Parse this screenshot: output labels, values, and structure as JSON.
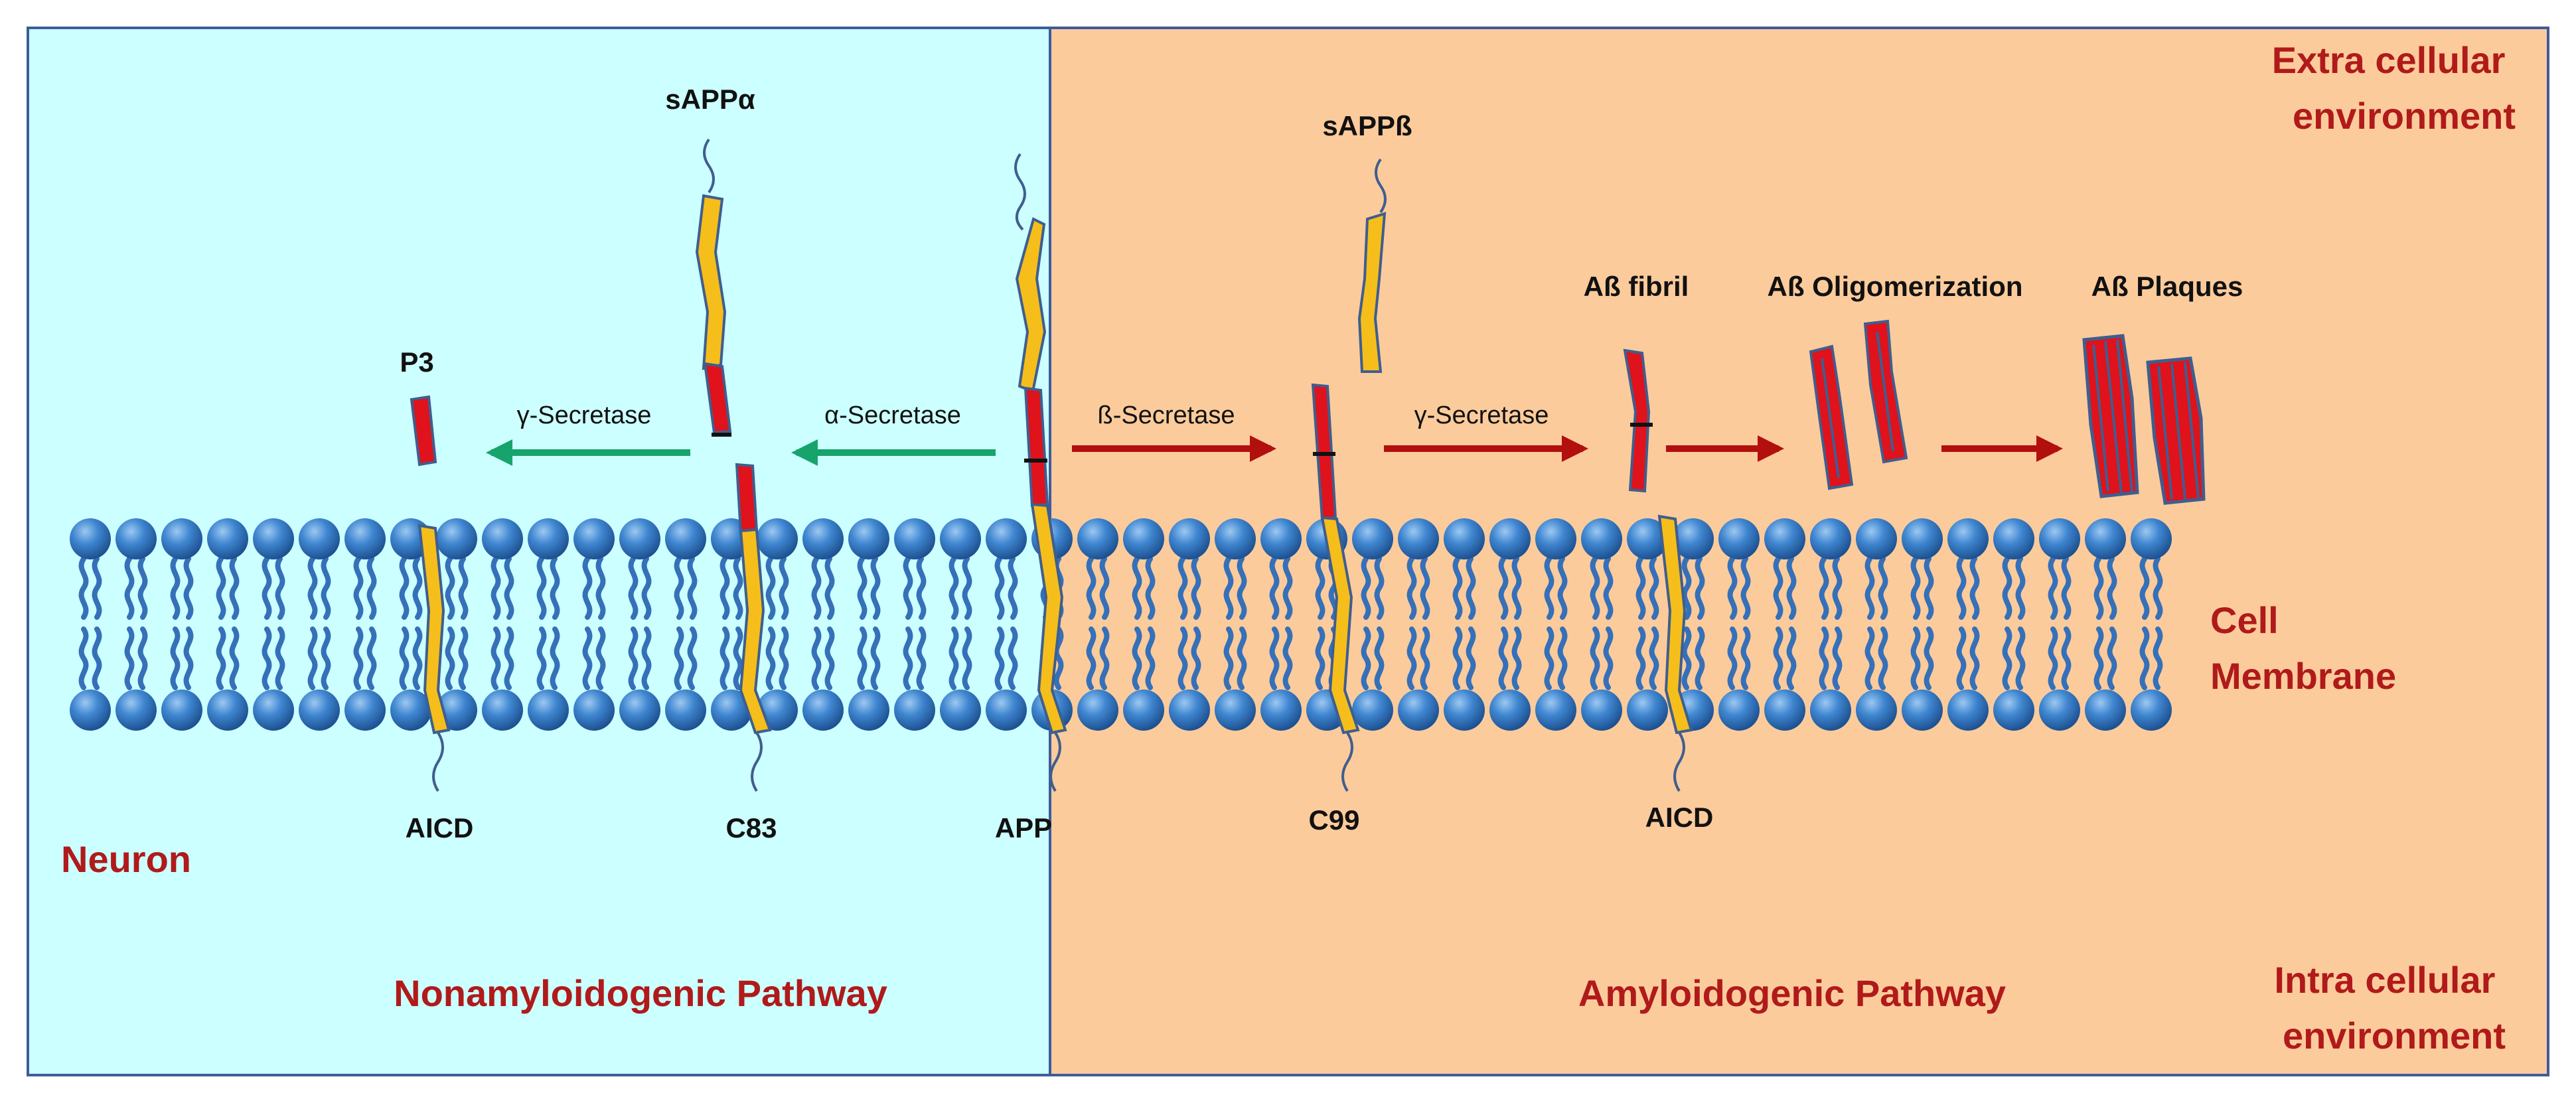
{
  "regions": {
    "extracellular": "Extra cellular\nenvironment",
    "intracellular": "Intra cellular\nenvironment",
    "cell_membrane": "Cell\nMembrane",
    "neuron": "Neuron",
    "nonamyloidogenic": "Nonamyloidogenic Pathway",
    "amyloidogenic": "Amyloidogenic Pathway"
  },
  "fragments": {
    "sappa": "sAPPα",
    "sappb": "sAPPß",
    "p3": "P3",
    "app": "APP",
    "c83": "C83",
    "c99": "C99",
    "aicd_left": "AICD",
    "aicd_right": "AICD",
    "ab_fibril": "Aß fibril",
    "ab_oligomerization": "Aß Oligomerization",
    "ab_plaques": "Aß Plaques"
  },
  "enzymes": {
    "gamma_left": "γ-Secretase",
    "alpha": "α-Secretase",
    "beta": "ß-Secretase",
    "gamma_right": "γ-Secretase"
  },
  "colors": {
    "left_panel": "#CCFFFF",
    "right_panel": "#FCCB9C",
    "frame": "#3E5C9A",
    "lipid": "#3B7DC4",
    "protein_yellow": "#F5BE1B",
    "protein_red": "#E0121B",
    "arrow_green": "#17A36C",
    "arrow_red": "#B20F0F",
    "text_red": "#B01A1A"
  }
}
